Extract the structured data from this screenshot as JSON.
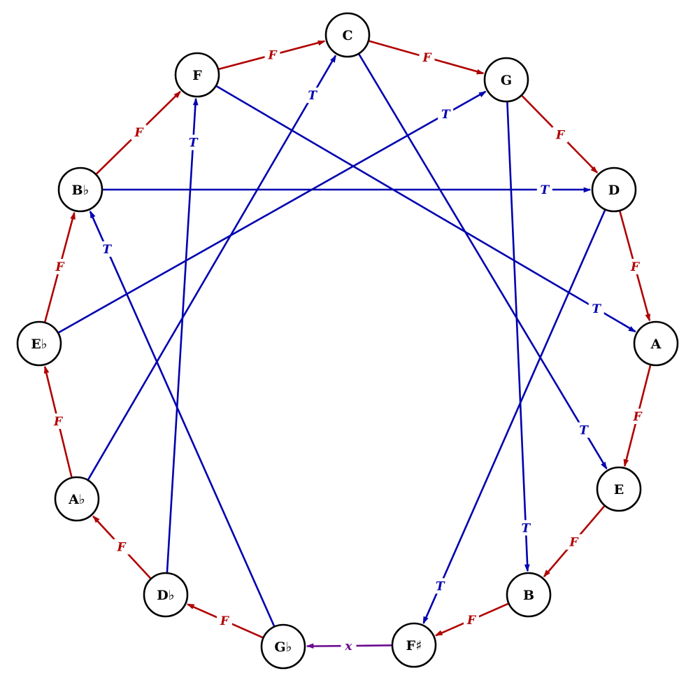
{
  "colors": {
    "F": "#b00000",
    "T": "#0000b0",
    "x": "#6a0a90",
    "node_stroke": "#000000"
  },
  "nodes": [
    {
      "id": "C",
      "label": "C"
    },
    {
      "id": "G",
      "label": "G"
    },
    {
      "id": "D",
      "label": "D"
    },
    {
      "id": "A",
      "label": "A"
    },
    {
      "id": "E",
      "label": "E"
    },
    {
      "id": "B",
      "label": "B"
    },
    {
      "id": "Fs",
      "label": "F♯"
    },
    {
      "id": "Gb",
      "label": "G♭"
    },
    {
      "id": "Db",
      "label": "D♭"
    },
    {
      "id": "Ab",
      "label": "A♭"
    },
    {
      "id": "Eb",
      "label": "E♭"
    },
    {
      "id": "Bb",
      "label": "B♭"
    },
    {
      "id": "F",
      "label": "F"
    }
  ],
  "edges": [
    {
      "from": "F",
      "to": "C",
      "label": "F",
      "kind": "F"
    },
    {
      "from": "C",
      "to": "G",
      "label": "F",
      "kind": "F"
    },
    {
      "from": "G",
      "to": "D",
      "label": "F",
      "kind": "F"
    },
    {
      "from": "D",
      "to": "A",
      "label": "F",
      "kind": "F"
    },
    {
      "from": "A",
      "to": "E",
      "label": "F",
      "kind": "F"
    },
    {
      "from": "E",
      "to": "B",
      "label": "F",
      "kind": "F"
    },
    {
      "from": "B",
      "to": "Fs",
      "label": "F",
      "kind": "F"
    },
    {
      "from": "Fs",
      "to": "Gb",
      "label": "x",
      "kind": "x"
    },
    {
      "from": "Gb",
      "to": "Db",
      "label": "F",
      "kind": "F"
    },
    {
      "from": "Db",
      "to": "Ab",
      "label": "F",
      "kind": "F"
    },
    {
      "from": "Ab",
      "to": "Eb",
      "label": "F",
      "kind": "F"
    },
    {
      "from": "Eb",
      "to": "Bb",
      "label": "F",
      "kind": "F"
    },
    {
      "from": "Bb",
      "to": "F",
      "label": "F",
      "kind": "F"
    },
    {
      "from": "Bb",
      "to": "D",
      "label": "T",
      "kind": "T"
    },
    {
      "from": "F",
      "to": "A",
      "label": "T",
      "kind": "T"
    },
    {
      "from": "C",
      "to": "E",
      "label": "T",
      "kind": "T"
    },
    {
      "from": "G",
      "to": "B",
      "label": "T",
      "kind": "T"
    },
    {
      "from": "D",
      "to": "Fs",
      "label": "T",
      "kind": "T"
    },
    {
      "from": "Gb",
      "to": "Bb",
      "label": "T",
      "kind": "T"
    },
    {
      "from": "Db",
      "to": "F",
      "label": "T",
      "kind": "T"
    },
    {
      "from": "Ab",
      "to": "C",
      "label": "T",
      "kind": "T"
    },
    {
      "from": "Eb",
      "to": "G",
      "label": "T",
      "kind": "T"
    }
  ]
}
